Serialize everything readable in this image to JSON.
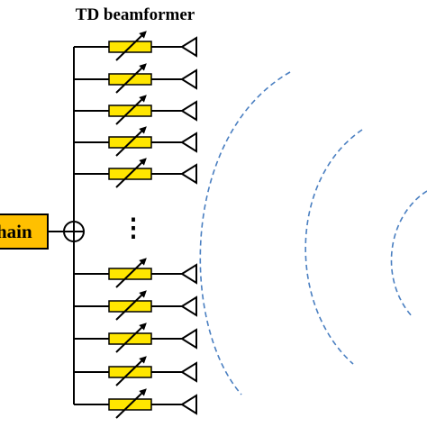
{
  "title": "TD beamformer",
  "rf_chain_label": "hain",
  "ellipsis": "⋮",
  "colors": {
    "delay_fill": "#ffe600",
    "rf_chain_fill": "#ffc000",
    "line": "#000000",
    "wave": "#4a7fc1"
  },
  "icons": {
    "delay": "variable-delay-icon",
    "antenna": "antenna-icon",
    "combiner": "summation-node-icon"
  },
  "branches": {
    "top_count": 5,
    "bottom_count": 5
  },
  "wavefronts": 3
}
